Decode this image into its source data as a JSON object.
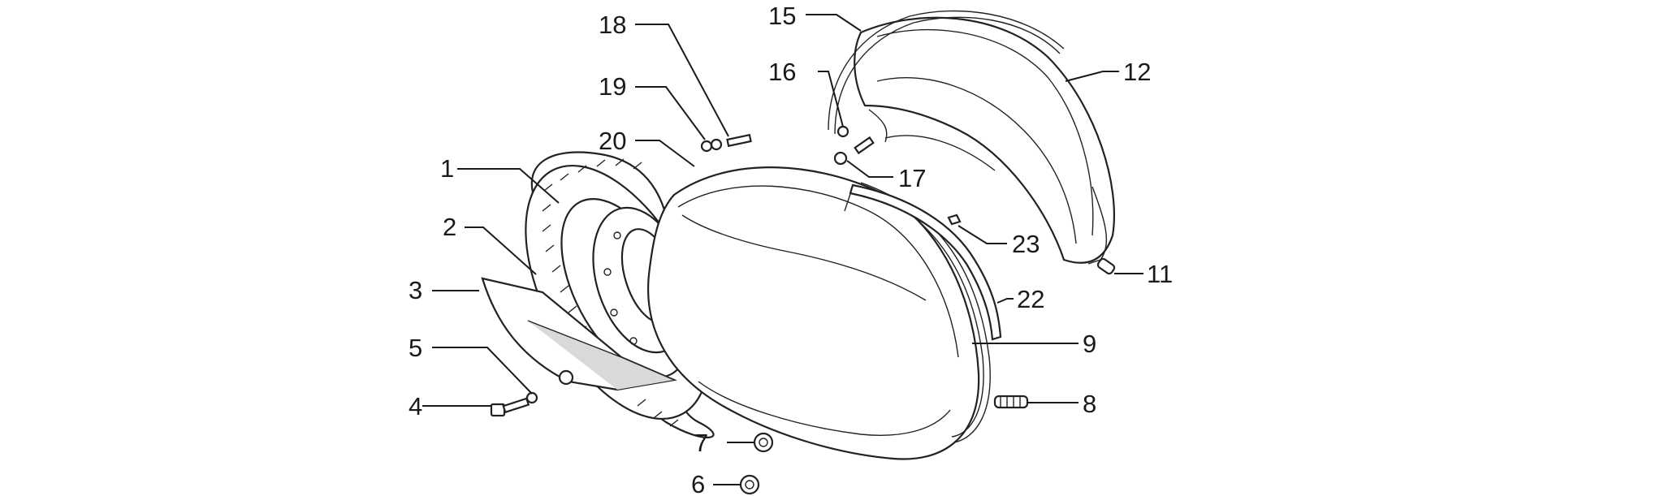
{
  "callouts": {
    "n1": "1",
    "n2": "2",
    "n3": "3",
    "n4": "4",
    "n5": "5",
    "n6": "6",
    "n7": "7",
    "n8": "8",
    "n9": "9",
    "n11": "11",
    "n12": "12",
    "n15": "15",
    "n16": "16",
    "n17": "17",
    "n18": "18",
    "n19": "19",
    "n20": "20",
    "n22": "22",
    "n23": "23"
  }
}
